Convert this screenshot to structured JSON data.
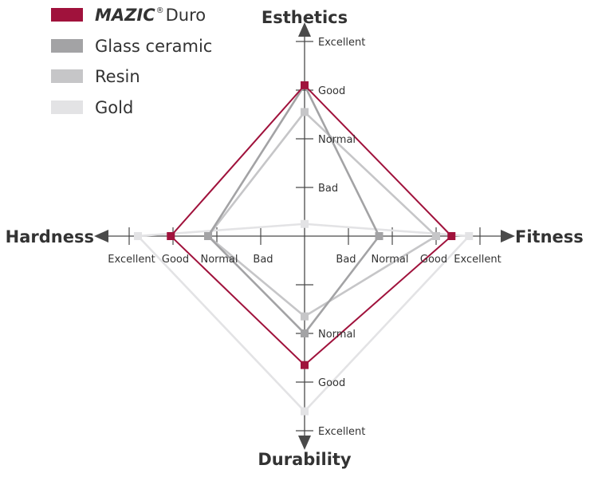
{
  "chart_data": {
    "type": "radar",
    "axes": [
      {
        "key": "esthetics",
        "label": "Esthetics"
      },
      {
        "key": "fitness",
        "label": "Fitness"
      },
      {
        "key": "durability",
        "label": "Durability"
      },
      {
        "key": "hardness",
        "label": "Hardness"
      }
    ],
    "scale": {
      "min": 0,
      "max": 4,
      "ticks": [
        1,
        2,
        3,
        4
      ]
    },
    "tick_labels": {
      "esthetics": [
        "Bad",
        "Normal",
        "Good",
        "Excellent"
      ],
      "fitness": [
        "Bad",
        "Normal",
        "Good",
        "Excellent"
      ],
      "durability": [
        "",
        "Normal",
        "Good",
        "Excellent"
      ],
      "hardness": [
        "Bad",
        "Normal",
        "Good",
        "Excellent"
      ]
    },
    "series": [
      {
        "name": "MAZIC Duro",
        "brand": "MAZIC",
        "brand_mark": "®",
        "brand_suffix": "Duro",
        "color": "#a0123c",
        "values": {
          "esthetics": 3.1,
          "fitness": 3.35,
          "durability": 2.65,
          "hardness": 3.05
        }
      },
      {
        "name": "Glass ceramic",
        "color": "#a3a3a5",
        "values": {
          "esthetics": 3.1,
          "fitness": 1.7,
          "durability": 2.0,
          "hardness": 2.2
        }
      },
      {
        "name": "Resin",
        "color": "#c6c6c8",
        "values": {
          "esthetics": 2.55,
          "fitness": 3.0,
          "durability": 1.65,
          "hardness": 2.2
        }
      },
      {
        "name": "Gold",
        "color": "#e3e3e5",
        "values": {
          "esthetics": 0.25,
          "fitness": 3.75,
          "durability": 3.6,
          "hardness": 3.8
        }
      }
    ],
    "legend_position": "top-left",
    "grid": false
  }
}
